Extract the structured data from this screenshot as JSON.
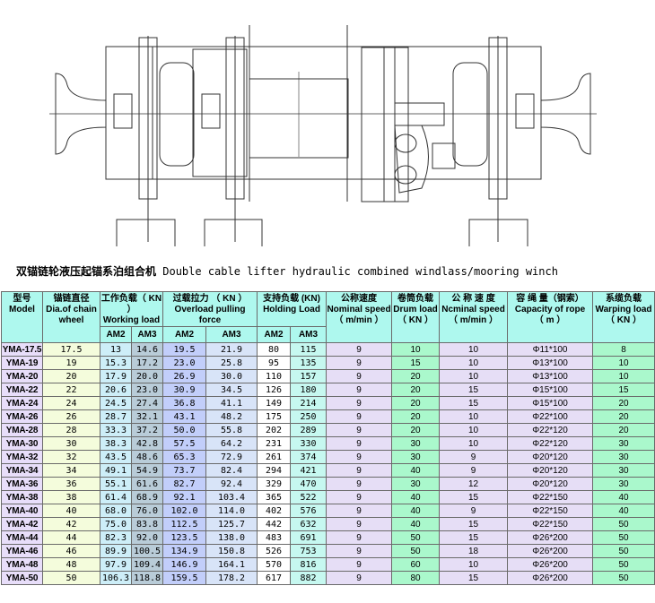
{
  "title": {
    "cn": "双锚链轮液压起锚系泊组合机",
    "en": "Double cable lifter hydraulic combined windlass/mooring winch"
  },
  "table": {
    "headers": [
      {
        "cn": "型号",
        "en": "Model",
        "unit": ""
      },
      {
        "cn": "锚链直径",
        "en": "Dia.of chain",
        "unit": "wheel"
      },
      {
        "cn": "工作负载（ KN ）",
        "en": "Working load",
        "unit": ""
      },
      {
        "cn": "过载拉力 （ KN ）",
        "en": "Overload pulling force",
        "unit": ""
      },
      {
        "cn": "支持负载 (KN)",
        "en": "Holding Load",
        "unit": ""
      },
      {
        "cn": "公称速度",
        "en": "Nominal speed",
        "unit": "（ m/min ）"
      },
      {
        "cn": "卷筒负载",
        "en": "Drum load",
        "unit": "（ KN ）"
      },
      {
        "cn": "公 称 速 度",
        "en": "Ncminal speed",
        "unit": "（ m/min ）"
      },
      {
        "cn": "容 绳 量（钢索）",
        "en": "Capacity of rope",
        "unit": "（ m ）"
      },
      {
        "cn": "系缆负载",
        "en": "Warping load",
        "unit": "（ KN ）"
      }
    ],
    "subheaders": [
      "AM2",
      "AM3",
      "AM2",
      "AM3",
      "AM2",
      "AM3"
    ],
    "rows": [
      [
        "YMA-17.5",
        "17.5",
        "13",
        "14.6",
        "19.5",
        "21.9",
        "80",
        "115",
        "9",
        "10",
        "10",
        "Φ11*100",
        "8"
      ],
      [
        "YMA-19",
        "19",
        "15.3",
        "17.2",
        "23.0",
        "25.8",
        "95",
        "135",
        "9",
        "15",
        "10",
        "Φ13*100",
        "10"
      ],
      [
        "YMA-20",
        "20",
        "17.9",
        "20.0",
        "26.9",
        "30.0",
        "110",
        "157",
        "9",
        "20",
        "10",
        "Φ13*100",
        "10"
      ],
      [
        "YMA-22",
        "22",
        "20.6",
        "23.0",
        "30.9",
        "34.5",
        "126",
        "180",
        "9",
        "20",
        "15",
        "Φ15*100",
        "15"
      ],
      [
        "YMA-24",
        "24",
        "24.5",
        "27.4",
        "36.8",
        "41.1",
        "149",
        "214",
        "9",
        "20",
        "15",
        "Φ15*100",
        "20"
      ],
      [
        "YMA-26",
        "26",
        "28.7",
        "32.1",
        "43.1",
        "48.2",
        "175",
        "250",
        "9",
        "20",
        "10",
        "Φ22*100",
        "20"
      ],
      [
        "YMA-28",
        "28",
        "33.3",
        "37.2",
        "50.0",
        "55.8",
        "202",
        "289",
        "9",
        "20",
        "10",
        "Φ22*120",
        "20"
      ],
      [
        "YMA-30",
        "30",
        "38.3",
        "42.8",
        "57.5",
        "64.2",
        "231",
        "330",
        "9",
        "30",
        "10",
        "Φ22*120",
        "30"
      ],
      [
        "YMA-32",
        "32",
        "43.5",
        "48.6",
        "65.3",
        "72.9",
        "261",
        "374",
        "9",
        "30",
        "9",
        "Φ20*120",
        "30"
      ],
      [
        "YMA-34",
        "34",
        "49.1",
        "54.9",
        "73.7",
        "82.4",
        "294",
        "421",
        "9",
        "40",
        "9",
        "Φ20*120",
        "30"
      ],
      [
        "YMA-36",
        "36",
        "55.1",
        "61.6",
        "82.7",
        "92.4",
        "329",
        "470",
        "9",
        "30",
        "12",
        "Φ20*120",
        "30"
      ],
      [
        "YMA-38",
        "38",
        "61.4",
        "68.9",
        "92.1",
        "103.4",
        "365",
        "522",
        "9",
        "40",
        "15",
        "Φ22*150",
        "40"
      ],
      [
        "YMA-40",
        "40",
        "68.0",
        "76.0",
        "102.0",
        "114.0",
        "402",
        "576",
        "9",
        "40",
        "9",
        "Φ22*150",
        "40"
      ],
      [
        "YMA-42",
        "42",
        "75.0",
        "83.8",
        "112.5",
        "125.7",
        "442",
        "632",
        "9",
        "40",
        "15",
        "Φ22*150",
        "50"
      ],
      [
        "YMA-44",
        "44",
        "82.3",
        "92.0",
        "123.5",
        "138.0",
        "483",
        "691",
        "9",
        "50",
        "15",
        "Φ26*200",
        "50"
      ],
      [
        "YMA-46",
        "46",
        "89.9",
        "100.5",
        "134.9",
        "150.8",
        "526",
        "753",
        "9",
        "50",
        "18",
        "Φ26*200",
        "50"
      ],
      [
        "YMA-48",
        "48",
        "97.9",
        "109.4",
        "146.9",
        "164.1",
        "570",
        "816",
        "9",
        "60",
        "10",
        "Φ26*200",
        "50"
      ],
      [
        "YMA-50",
        "50",
        "106.3",
        "118.8",
        "159.5",
        "178.2",
        "617",
        "882",
        "9",
        "80",
        "15",
        "Φ26*200",
        "50"
      ]
    ]
  }
}
